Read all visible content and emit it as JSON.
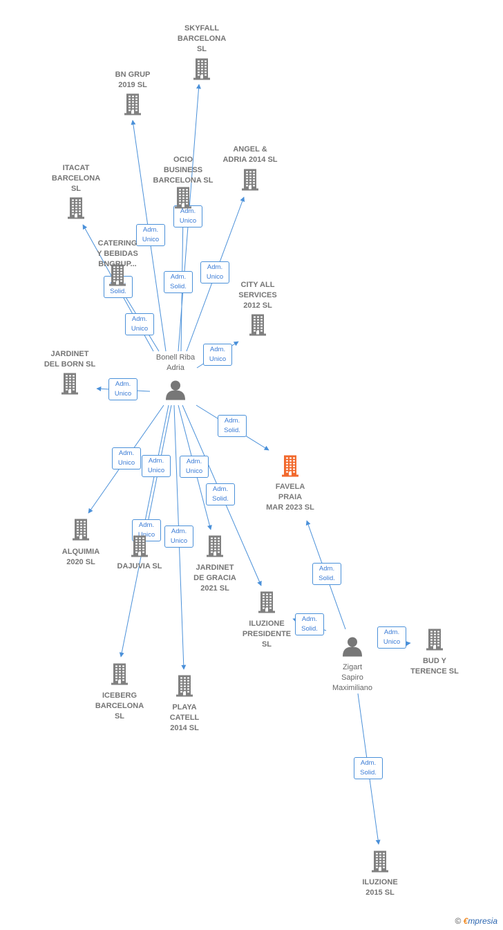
{
  "colors": {
    "edge": "#4a90d9",
    "building": "#808080",
    "focus_building": "#f26a2e",
    "person": "#777777"
  },
  "nodes": [
    {
      "id": "skyfall",
      "label": "SKYFALL\nBARCELONA\nSL",
      "kind": "company"
    },
    {
      "id": "bngrup",
      "label": "BN GRUP\n2019  SL",
      "kind": "company"
    },
    {
      "id": "ocio",
      "label": "OCIO\nBUSINESS\nBARCELONA SL",
      "kind": "company"
    },
    {
      "id": "angel",
      "label": "ANGEL &\nADRIA 2014  SL",
      "kind": "company"
    },
    {
      "id": "itacat",
      "label": "ITACAT\nBARCELONA\nSL",
      "kind": "company"
    },
    {
      "id": "catering",
      "label": "CATERING\nY BEBIDAS\nBNGRUP...",
      "kind": "company"
    },
    {
      "id": "cityall",
      "label": "CITY ALL\nSERVICES\n2012 SL",
      "kind": "company"
    },
    {
      "id": "bonell",
      "label": "Bonell Riba\nAdria",
      "kind": "person"
    },
    {
      "id": "jardinetborn",
      "label": "JARDINET\nDEL BORN  SL",
      "kind": "company"
    },
    {
      "id": "favela",
      "label": "FAVELA\nPRAIA\nMAR 2023  SL",
      "kind": "focus"
    },
    {
      "id": "alquimia",
      "label": "ALQUIMIA\n2020  SL",
      "kind": "company"
    },
    {
      "id": "dajuvia",
      "label": "DAJUVIA  SL",
      "kind": "company"
    },
    {
      "id": "jardinetgracia",
      "label": "JARDINET\nDE GRACIA\n2021  SL",
      "kind": "company"
    },
    {
      "id": "iluzionepres",
      "label": "ILUZIONE\nPRESIDENTE\nSL",
      "kind": "company"
    },
    {
      "id": "zigart",
      "label": "Zigart\nSapiro\nMaximiliano",
      "kind": "person"
    },
    {
      "id": "budy",
      "label": "BUD Y\nTERENCE  SL",
      "kind": "company"
    },
    {
      "id": "iceberg",
      "label": "ICEBERG\nBARCELONA\nSL",
      "kind": "company"
    },
    {
      "id": "playa",
      "label": "PLAYA\nCATELL\n2014  SL",
      "kind": "company"
    },
    {
      "id": "iluzione2015",
      "label": "ILUZIONE\n2015  SL",
      "kind": "company"
    }
  ],
  "edges": [
    {
      "from": "bonell",
      "to": "skyfall",
      "label": "Adm.\nUnico"
    },
    {
      "from": "bonell",
      "to": "bngrup",
      "label": "Adm.\nUnico"
    },
    {
      "from": "bonell",
      "to": "ocio",
      "label": "Adm.\nSolid."
    },
    {
      "from": "bonell",
      "to": "angel",
      "label": "Adm.\nUnico"
    },
    {
      "from": "bonell",
      "to": "itacat",
      "label": "Adm.\nSolid."
    },
    {
      "from": "bonell",
      "to": "catering",
      "label": "Adm.\nUnico"
    },
    {
      "from": "bonell",
      "to": "cityall",
      "label": "Adm.\nUnico"
    },
    {
      "from": "bonell",
      "to": "jardinetborn",
      "label": "Adm.\nUnico"
    },
    {
      "from": "bonell",
      "to": "favela",
      "label": "Adm.\nSolid."
    },
    {
      "from": "bonell",
      "to": "alquimia",
      "label": "Adm.\nUnico"
    },
    {
      "from": "bonell",
      "to": "dajuvia",
      "label": "Adm.\nUnico"
    },
    {
      "from": "bonell",
      "to": "jardinetgracia",
      "label": "Adm.\nUnico"
    },
    {
      "from": "bonell",
      "to": "iluzionepres",
      "label": "Adm.\nSolid."
    },
    {
      "from": "bonell",
      "to": "iceberg",
      "label": "Adm.\nUnico"
    },
    {
      "from": "bonell",
      "to": "playa",
      "label": "Adm.\nUnico"
    },
    {
      "from": "zigart",
      "to": "favela",
      "label": "Adm.\nSolid."
    },
    {
      "from": "zigart",
      "to": "iluzionepres",
      "label": "Adm.\nSolid."
    },
    {
      "from": "zigart",
      "to": "budy",
      "label": "Adm.\nUnico"
    },
    {
      "from": "zigart",
      "to": "iluzione2015",
      "label": "Adm.\nSolid."
    }
  ],
  "brand": {
    "copyright": "©",
    "e": "€",
    "rest": "mpresia"
  }
}
